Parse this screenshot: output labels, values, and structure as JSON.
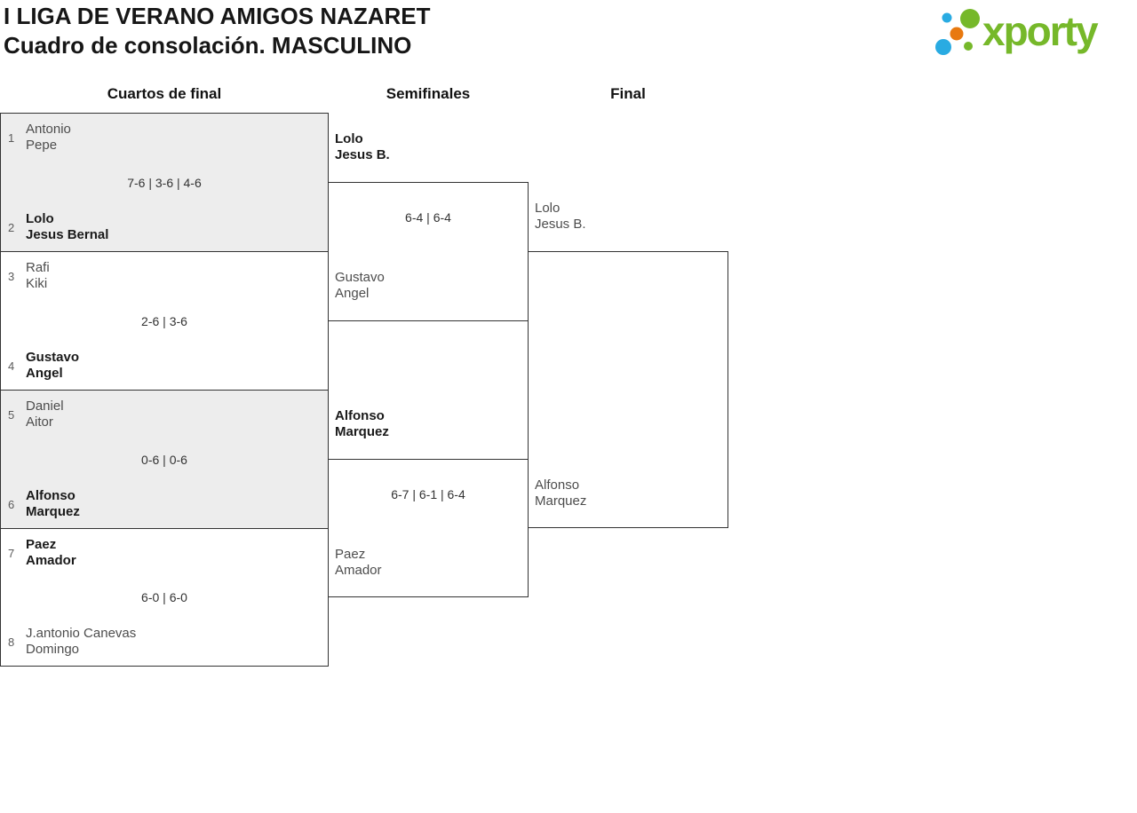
{
  "header": {
    "title_line1": "I LIGA DE VERANO AMIGOS NAZARET",
    "title_line2": "Cuadro de consolación. MASCULINO",
    "logo_text": "xporty"
  },
  "brand": {
    "green": "#76b82a",
    "blue": "#29abe2",
    "orange": "#e8790f"
  },
  "columns": [
    "Cuartos de final",
    "Semifinales",
    "Final"
  ],
  "bracket": {
    "quarterfinals": [
      {
        "shaded": true,
        "score": "7-6 | 3-6 | 4-6",
        "top": {
          "seed": "1",
          "name1": "Antonio",
          "name2": "Pepe",
          "winner": false
        },
        "bottom": {
          "seed": "2",
          "name1": "Lolo",
          "name2": "Jesus Bernal",
          "winner": true
        }
      },
      {
        "shaded": false,
        "score": "2-6 | 3-6",
        "top": {
          "seed": "3",
          "name1": "Rafi",
          "name2": "Kiki",
          "winner": false
        },
        "bottom": {
          "seed": "4",
          "name1": "Gustavo",
          "name2": "Angel",
          "winner": true
        }
      },
      {
        "shaded": true,
        "score": "0-6 | 0-6",
        "top": {
          "seed": "5",
          "name1": "Daniel",
          "name2": "Aitor",
          "winner": false
        },
        "bottom": {
          "seed": "6",
          "name1": "Alfonso",
          "name2": "Marquez",
          "winner": true
        }
      },
      {
        "shaded": false,
        "score": "6-0 | 6-0",
        "top": {
          "seed": "7",
          "name1": "Paez",
          "name2": "Amador",
          "winner": true
        },
        "bottom": {
          "seed": "8",
          "name1": "J.antonio Canevas",
          "name2": "Domingo",
          "winner": false
        }
      }
    ],
    "semifinals": [
      {
        "score": "6-4 | 6-4",
        "top": {
          "name1": "Lolo",
          "name2": "Jesus B.",
          "winner": true
        },
        "bottom": {
          "name1": "Gustavo",
          "name2": "Angel",
          "winner": false
        }
      },
      {
        "score": "6-7 | 6-1 | 6-4",
        "top": {
          "name1": "Alfonso",
          "name2": "Marquez",
          "winner": true
        },
        "bottom": {
          "name1": "Paez",
          "name2": "Amador",
          "winner": false
        }
      }
    ],
    "final": {
      "top": {
        "name1": "Lolo",
        "name2": "Jesus B.",
        "winner": false
      },
      "bottom": {
        "name1": "Alfonso",
        "name2": "Marquez",
        "winner": false
      }
    }
  }
}
